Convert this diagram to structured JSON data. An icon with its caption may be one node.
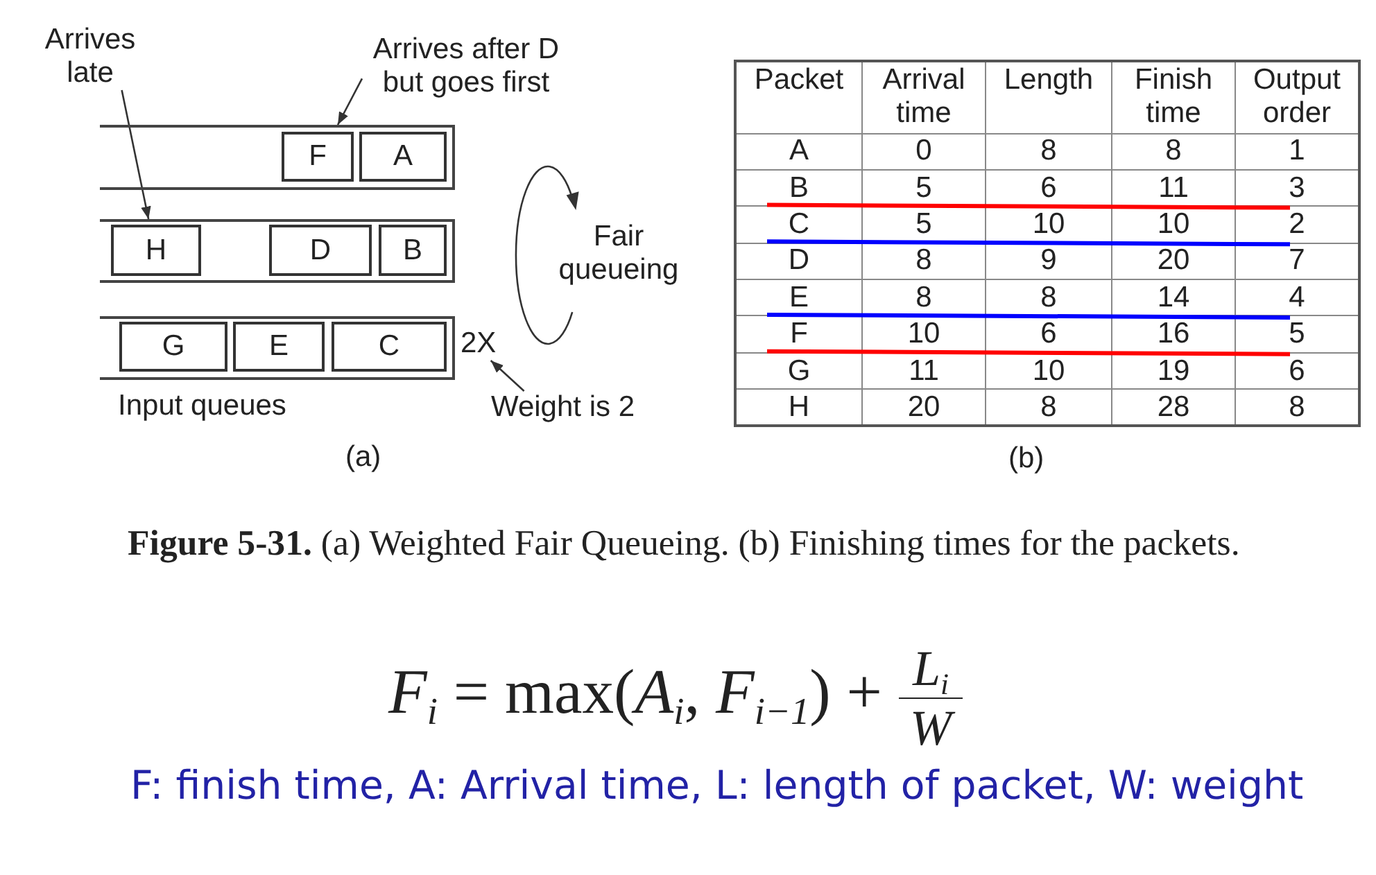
{
  "diagram": {
    "caption": "**Figure 5-31.** (a) Weighted Fair Queueing. (b) Finishing times for the packets.",
    "nodes": [
      {
        "text": [
          "Arrives late"
        ]
      },
      {
        "text": [
          "Arrives after D but goes first"
        ]
      },
      {
        "text": [],
        "shape": "box"
      },
      {
        "text": [
          "F"
        ],
        "in": 2
      },
      {
        "text": [
          "A"
        ],
        "in": 2
      },
      {
        "text": [],
        "shape": "box"
      },
      {
        "text": [
          "H"
        ],
        "in": 5
      },
      {
        "text": [
          "D"
        ],
        "in": 5
      },
      {
        "text": [
          "B"
        ],
        "in": 5
      },
      {
        "text": [],
        "shape": "box"
      },
      {
        "text": [
          "G"
        ],
        "in": 9
      },
      {
        "text": [
          "E"
        ],
        "in": 9
      },
      {
        "text": [
          "C"
        ],
        "in": 9
      },
      {
        "text": [
          "2X"
        ]
      },
      {
        "text": [
          "Weight is 2"
        ]
      }
    ],
    "edges": [
      {
        "from": 0,
        "to": 5,
        "arrow": "to"
      },
      {
        "from": 1,
        "to": 2,
        "arrow": "to"
      },
      {
        "from": 14,
        "to": 13,
        "arrow": "to"
      }
    ],
    "labels": [
      "Fair queueing",
      "Input queues",
      "(a)",
      "Packet",
      "Arrival time",
      "Length",
      "Finish time",
      "Output order",
      "A",
      "0",
      "8",
      "8",
      "1",
      "B",
      "5",
      "6",
      "11",
      "3",
      "C",
      "5",
      "10",
      "10",
      "2",
      "D",
      "8",
      "9",
      "20",
      "7",
      "E",
      "8",
      "8",
      "14",
      "4",
      "F",
      "10",
      "6",
      "16",
      "5",
      "G",
      "11",
      "10",
      "19",
      "6",
      "H",
      "20",
      "8",
      "28",
      "8",
      "(b)",
      "*F*$_{i}$ = max(*A*$_{i}$, *F*$_{i−1}$) +",
      "L$_{i}$",
      "W",
      "F: finish time, A: Arrival time, L: length of packet, W: weight"
    ]
  }
}
